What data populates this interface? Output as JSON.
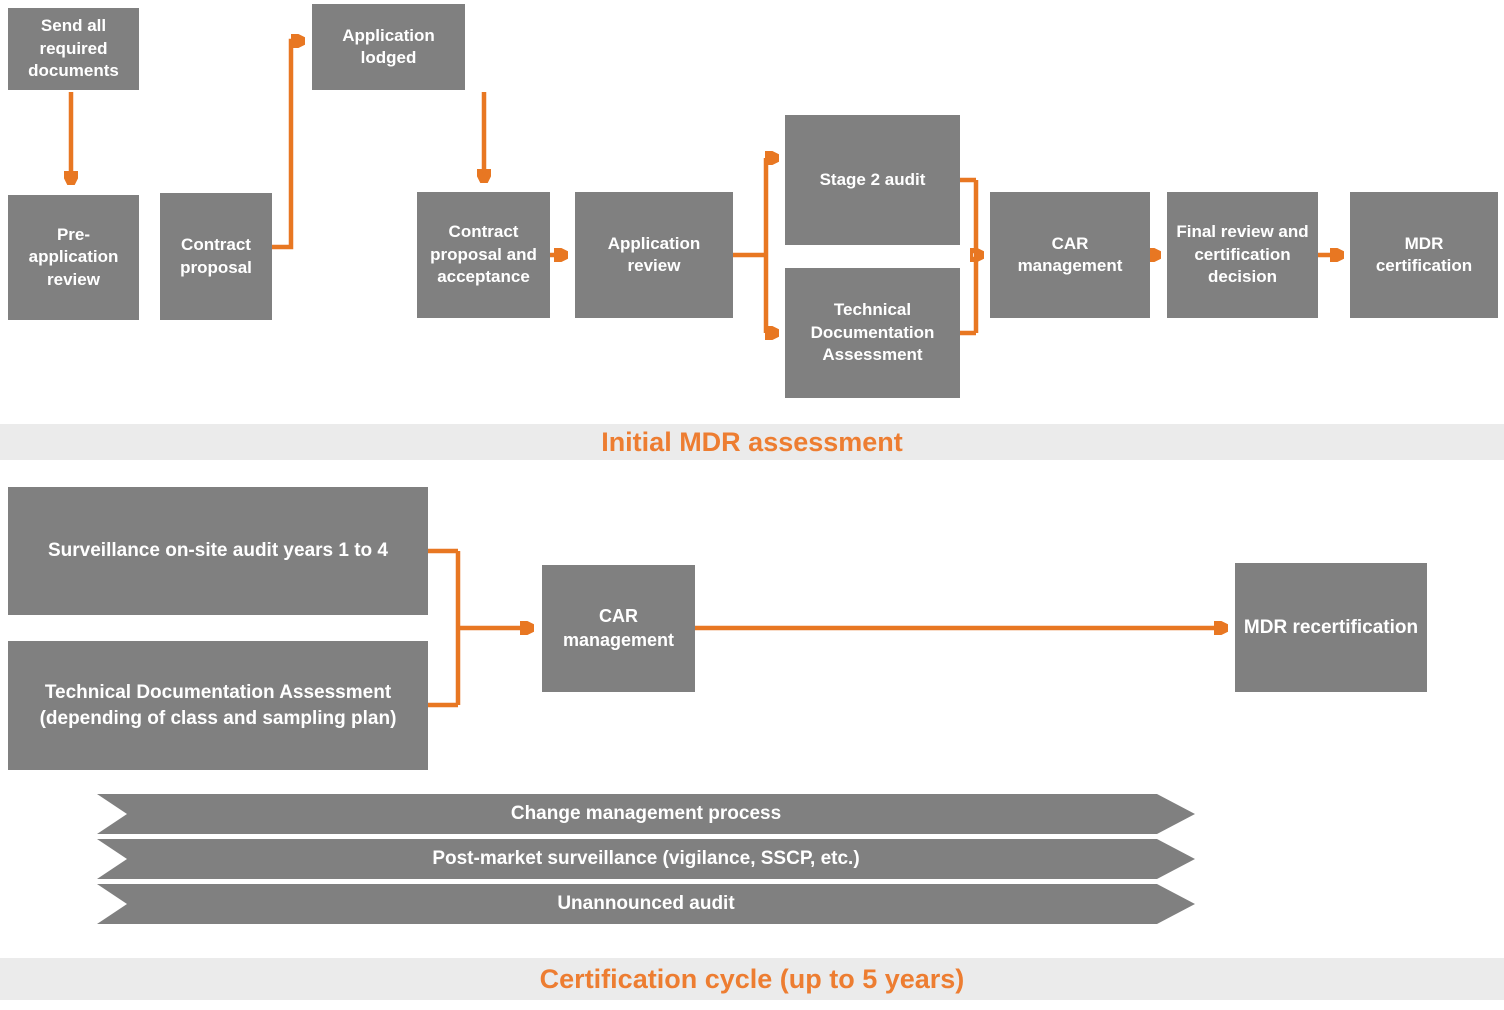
{
  "colors": {
    "box-gray": "#808080",
    "arrow-orange": "#E87722",
    "banner-bg": "#EBEBEB",
    "title-orange": "#ED7D31",
    "box-text": "#FFFFFF"
  },
  "top_flow": {
    "send_documents": "Send all required documents",
    "pre_application_review": "Pre-application review",
    "contract_proposal": "Contract proposal",
    "application_lodged": "Application lodged",
    "contract_proposal_acceptance": "Contract proposal and acceptance",
    "application_review": "Application review",
    "stage2_audit": "Stage 2 audit",
    "technical_documentation_assessment": "Technical Documentation Assessment",
    "car_management": "CAR management",
    "final_review": "Final review and certification decision",
    "mdr_certification": "MDR certification"
  },
  "section_titles": {
    "initial": "Initial MDR assessment",
    "cycle": "Certification cycle (up to 5 years)"
  },
  "cycle_flow": {
    "surveillance": "Surveillance on-site audit years 1 to 4",
    "technical_documentation": "Technical Documentation Assessment (depending of class and sampling plan)",
    "car_management": "CAR management",
    "mdr_recertification": "MDR recertification",
    "banners": [
      "Change management process",
      "Post-market surveillance (vigilance, SSCP, etc.)",
      "Unannounced audit"
    ]
  }
}
